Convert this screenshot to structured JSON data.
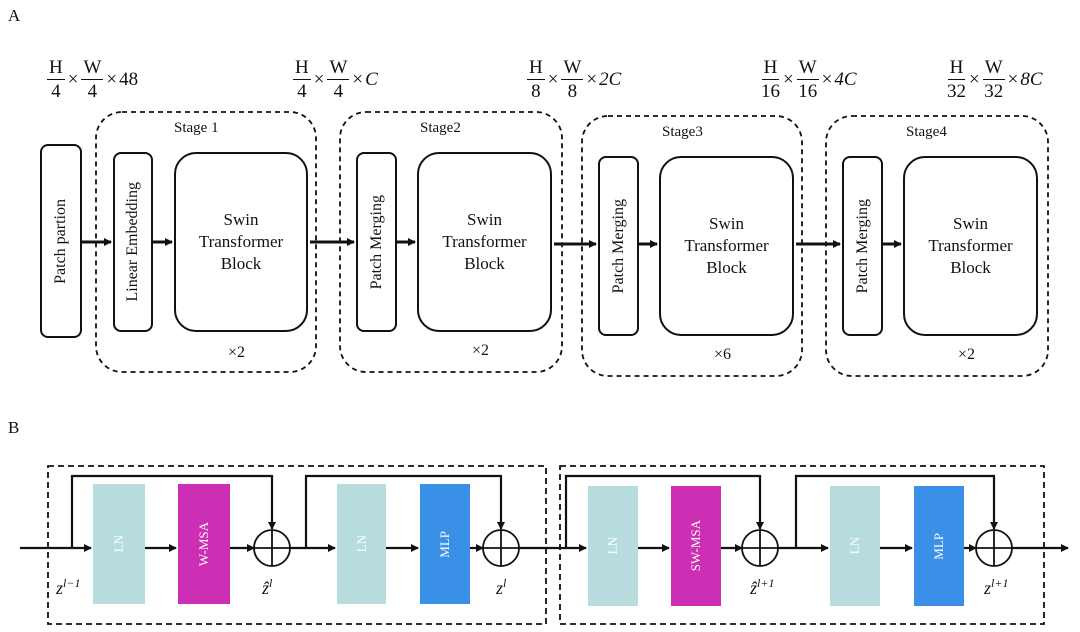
{
  "panels": {
    "a": "A",
    "b": "B"
  },
  "dims": [
    {
      "num1": "H",
      "den1": "4",
      "num2": "W",
      "den2": "4",
      "mult": "48"
    },
    {
      "num1": "H",
      "den1": "4",
      "num2": "W",
      "den2": "4",
      "mult": "C"
    },
    {
      "num1": "H",
      "den1": "8",
      "num2": "W",
      "den2": "8",
      "mult": "2C"
    },
    {
      "num1": "H",
      "den1": "16",
      "num2": "W",
      "den2": "16",
      "mult": "4C"
    },
    {
      "num1": "H",
      "den1": "32",
      "num2": "W",
      "den2": "32",
      "mult": "8C"
    }
  ],
  "times": "×",
  "patch_partition": "Patch partion",
  "stages": [
    {
      "title": "Stage 1",
      "first_block": "Linear Embedding",
      "repeat": "×2"
    },
    {
      "title": "Stage2",
      "first_block": "Patch Merging",
      "repeat": "×2"
    },
    {
      "title": "Stage3",
      "first_block": "Patch Merging",
      "repeat": "×6"
    },
    {
      "title": "Stage4",
      "first_block": "Patch Merging",
      "repeat": "×2"
    }
  ],
  "swin_block": {
    "line1": "Swin",
    "line2": "Transformer",
    "line3": "Block"
  },
  "panel_b": {
    "blocks": [
      {
        "label": "LN",
        "color": "#b7dcdd"
      },
      {
        "label": "W-MSA",
        "color": "#cc2fb4"
      },
      {
        "label": "LN",
        "color": "#b7dcdd"
      },
      {
        "label": "MLP",
        "color": "#3a8fe6"
      },
      {
        "label": "LN",
        "color": "#b7dcdd"
      },
      {
        "label": "SW-MSA",
        "color": "#cc2fb4"
      },
      {
        "label": "LN",
        "color": "#b7dcdd"
      },
      {
        "label": "MLP",
        "color": "#3a8fe6"
      }
    ],
    "z_labels": [
      {
        "base": "z",
        "sup": "l−1"
      },
      {
        "base": "ẑ",
        "sup": "l"
      },
      {
        "base": "z",
        "sup": "l"
      },
      {
        "base": "ẑ",
        "sup": "l+1"
      },
      {
        "base": "z",
        "sup": "l+1"
      }
    ]
  }
}
